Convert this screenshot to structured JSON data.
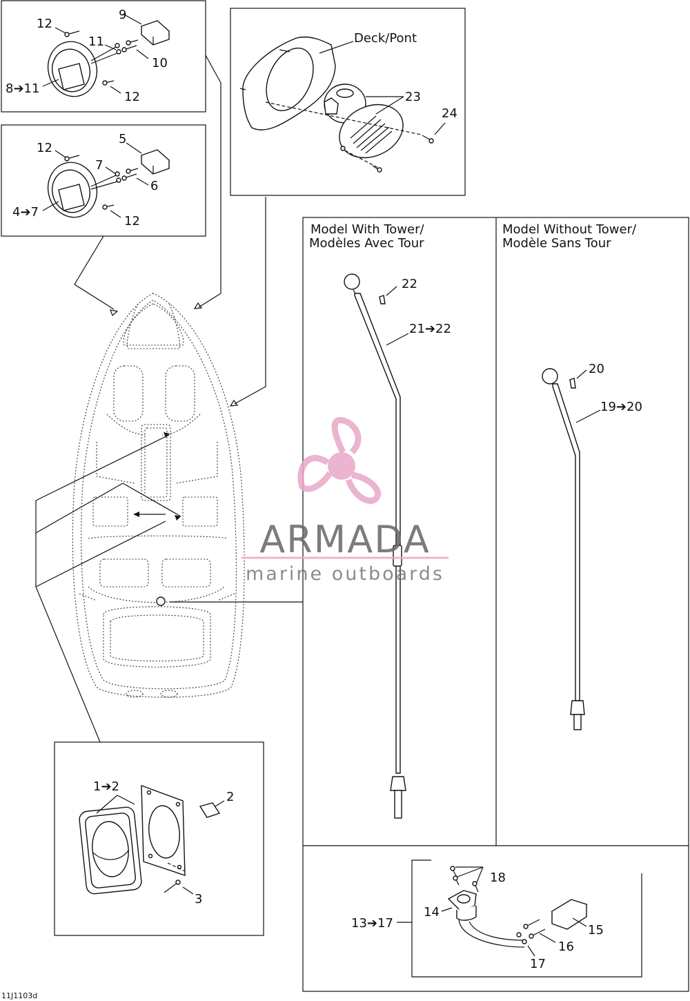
{
  "diagram": {
    "code": "11J1103d",
    "deck_label": "Deck/Pont",
    "model_with_tower": [
      "Model With Tower/",
      "Modèles Avec Tour"
    ],
    "model_without_tower": [
      "Model Without Tower/",
      "Modèle Sans Tour"
    ],
    "labels": {
      "p1_12a": "12",
      "p1_9": "9",
      "p1_11": "11",
      "p1_10": "10",
      "p1_8_11": "8➔11",
      "p1_12b": "12",
      "p2_12a": "12",
      "p2_5": "5",
      "p2_7": "7",
      "p2_6": "6",
      "p2_4_7": "4➔7",
      "p2_12b": "12",
      "p3_23": "23",
      "p3_24": "24",
      "t_22": "22",
      "t_21_22": "21➔22",
      "n_20": "20",
      "n_19_20": "19➔20",
      "s_1_2": "1➔2",
      "s_2": "2",
      "s_3": "3",
      "b_18": "18",
      "b_14": "14",
      "b_13_17": "13➔17",
      "b_15": "15",
      "b_16": "16",
      "b_17": "17"
    }
  },
  "watermark": {
    "brand": "ARMADA",
    "tagline": "marine outboards",
    "accent": "#e8a8c8"
  }
}
